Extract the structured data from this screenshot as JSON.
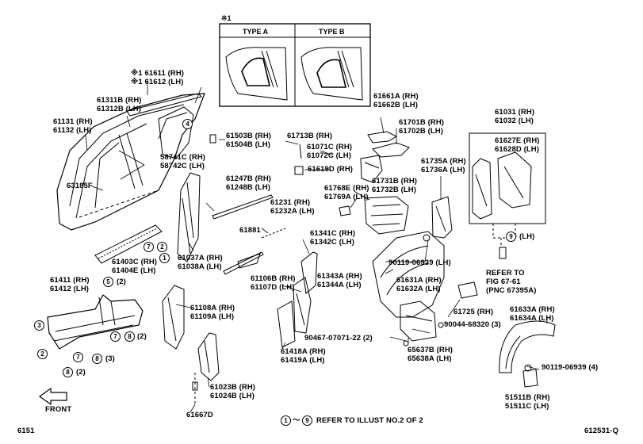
{
  "inset": {
    "mark": "※1",
    "type_a": "TYPE A",
    "type_b": "TYPE B"
  },
  "labels": {
    "p61611": [
      "※1 61611 (RH)",
      "※1 61612 (LH)"
    ],
    "p61311": [
      "61311B (RH)",
      "61312B (LH)"
    ],
    "p61131": [
      "61131 (RH)",
      "61132 (LH)"
    ],
    "p63185": [
      "63185F"
    ],
    "p58741": [
      "58741C (RH)",
      "58742C (LH)"
    ],
    "p61503": [
      "61503B (RH)",
      "61504B (LH)"
    ],
    "p61713": [
      "61713B (RH)"
    ],
    "p61071": [
      "61071C (RH)",
      "61072C (LH)"
    ],
    "p61619": [
      "61619D (RH)"
    ],
    "p61661": [
      "61661A (RH)",
      "61662B (LH)"
    ],
    "p61701": [
      "61701B (RH)",
      "61702B (LH)"
    ],
    "p61031": [
      "61031 (RH)",
      "61032 (LH)"
    ],
    "p61627": [
      "61627E (RH)",
      "61628D (LH)"
    ],
    "p61247": [
      "61247B (RH)",
      "61248B (LH)"
    ],
    "p61231": [
      "61231  (RH)",
      "61232A (LH)"
    ],
    "p61768": [
      "61768E (RH)",
      "61769A (LH)"
    ],
    "p61731": [
      "61731B (RH)",
      "61732B (LH)"
    ],
    "p61735": [
      "61735A (RH)",
      "61736A (LH)"
    ],
    "p61881": [
      "61881"
    ],
    "p61341": [
      "61341C (RH)",
      "61342C (LH)"
    ],
    "p61403": [
      "61403C (RH)",
      "61404E (LH)"
    ],
    "p61037": [
      "61037A (RH)",
      "61038A (LH)"
    ],
    "p90119a": [
      "90119-06939 (LH)"
    ],
    "p61411": [
      "61411 (RH)",
      "61412 (LH)"
    ],
    "p61106": [
      "61106B (RH)",
      "61107D (LH)"
    ],
    "p61343": [
      "61343A (RH)",
      "61344A (LH)"
    ],
    "p61631": [
      "61631A (RH)",
      "61632A (LH)"
    ],
    "refer": [
      "REFER TO",
      "FIG 67-61",
      "(PNC 67395A)"
    ],
    "p61108": [
      "61108A (RH)",
      "61109A (LH)"
    ],
    "p61725": [
      "61725 (RH)"
    ],
    "p61633": [
      "61633A (RH)",
      "61634A (LH)"
    ],
    "p90044": [
      "90044-68320 (3)"
    ],
    "p90467": [
      "90467-07071-22 (2)"
    ],
    "p65637": [
      "65637B (RH)",
      "65638A (LH)"
    ],
    "p61418": [
      "61418A (RH)",
      "61419A (LH)"
    ],
    "p90119b": [
      "90119-06939 (4)"
    ],
    "p61023": [
      "61023B (RH)",
      "61024B (LH)"
    ],
    "p51511": [
      "51511B (RH)",
      "51511C (LH)"
    ],
    "p61667": [
      "61667D"
    ],
    "lh9": [
      "(LH)"
    ]
  },
  "callouts": {
    "c4": "4",
    "c7a": "7",
    "c2a": "2",
    "c1": "1",
    "c5": "5",
    "c5q": "(2)",
    "c3": "3",
    "c2b": "2",
    "c7b": "7",
    "c8a": "8",
    "c8aq": "(2)",
    "c7c": "7",
    "c8b": "8",
    "c8bq": "(2)",
    "c8c": "8",
    "c8cq": "(3)",
    "c9": "9"
  },
  "footer": {
    "front": "FRONT",
    "note_a": "1",
    "note_tilde": "～",
    "note_b": "9",
    "note_text": "REFER TO ILLUST NO.2 OF 2",
    "left_code": "6151",
    "right_code": "612531-Q"
  },
  "colors": {
    "ink": "#000000",
    "paper": "#ffffff"
  }
}
